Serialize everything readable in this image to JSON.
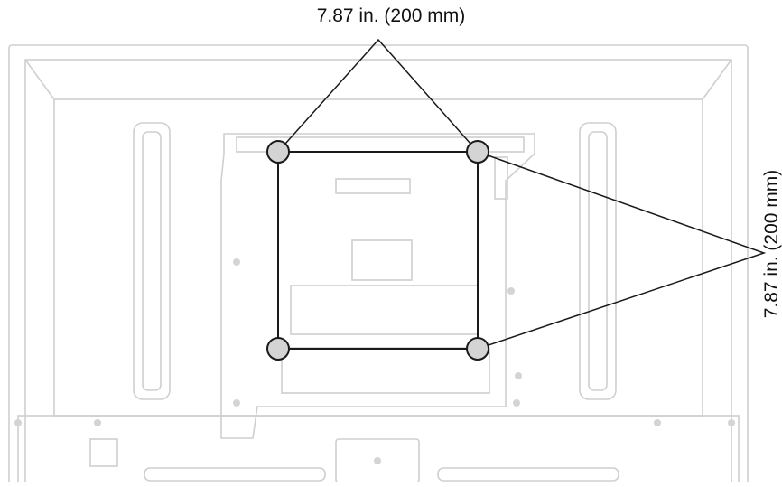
{
  "dimensions": {
    "horizontal_label": "7.87 in. (200 mm)",
    "vertical_label": "7.87 in. (200 mm)"
  },
  "colors": {
    "outline": "#cfcfcf",
    "line": "#1a1a1a",
    "hole_fill": "#d4d4d4",
    "hole_stroke": "#1a1a1a",
    "background": "#ffffff"
  },
  "mounting_holes": {
    "count": 4,
    "pattern": "square"
  }
}
